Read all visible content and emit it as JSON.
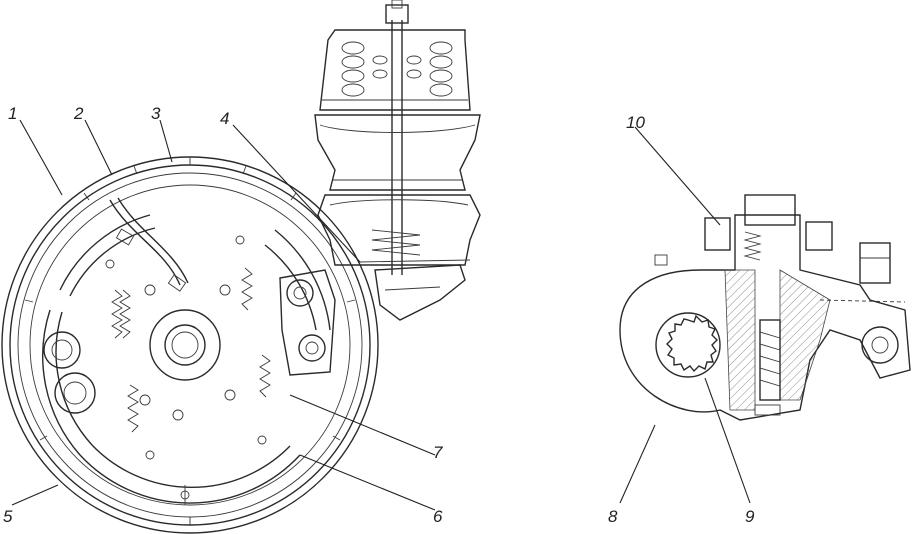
{
  "labels": {
    "l1": "1",
    "l2": "2",
    "l3": "3",
    "l4": "4",
    "l5": "5",
    "l6": "6",
    "l7": "7",
    "l8": "8",
    "l9": "9",
    "l10": "10"
  },
  "colors": {
    "line": "#2a2a2a",
    "background": "#ffffff"
  }
}
